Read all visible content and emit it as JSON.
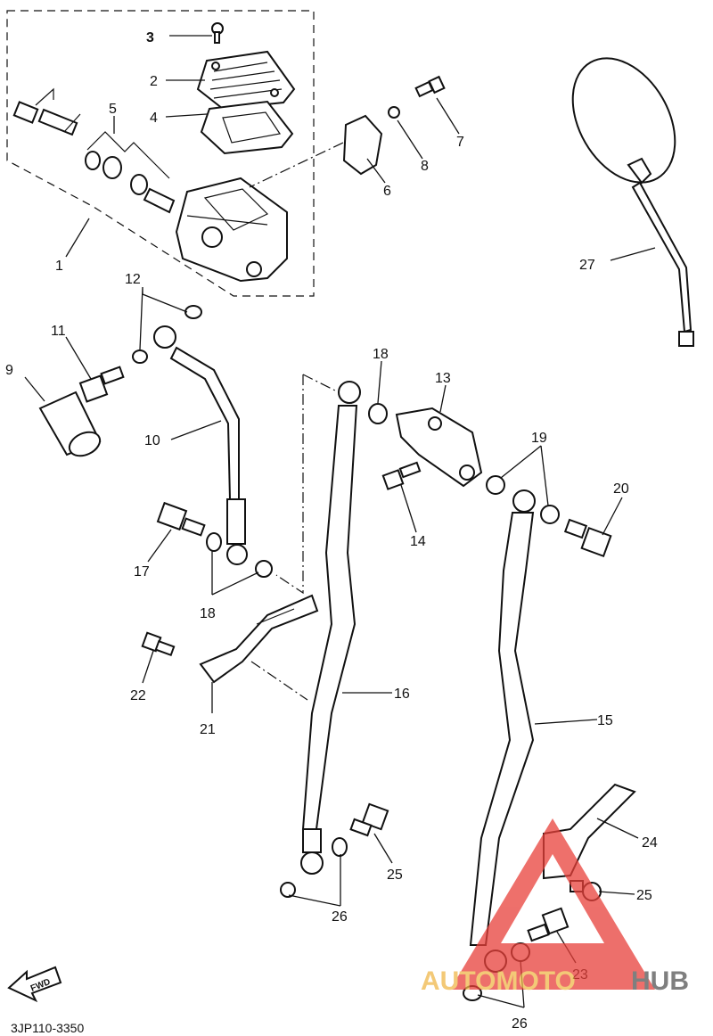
{
  "diagram": {
    "code": "3JP110-3350",
    "fwd_label": "FWD",
    "callouts": [
      {
        "id": "c1",
        "text": "1"
      },
      {
        "id": "c2",
        "text": "2"
      },
      {
        "id": "c3",
        "text": "3"
      },
      {
        "id": "c4",
        "text": "4"
      },
      {
        "id": "c5",
        "text": "5"
      },
      {
        "id": "c6",
        "text": "6"
      },
      {
        "id": "c7",
        "text": "7"
      },
      {
        "id": "c8",
        "text": "8"
      },
      {
        "id": "c9",
        "text": "9"
      },
      {
        "id": "c10",
        "text": "10"
      },
      {
        "id": "c11",
        "text": "11"
      },
      {
        "id": "c12",
        "text": "12"
      },
      {
        "id": "c13",
        "text": "13"
      },
      {
        "id": "c14",
        "text": "14"
      },
      {
        "id": "c15",
        "text": "15"
      },
      {
        "id": "c16",
        "text": "16"
      },
      {
        "id": "c17",
        "text": "17"
      },
      {
        "id": "c18a",
        "text": "18"
      },
      {
        "id": "c18b",
        "text": "18"
      },
      {
        "id": "c19",
        "text": "19"
      },
      {
        "id": "c20",
        "text": "20"
      },
      {
        "id": "c21",
        "text": "21"
      },
      {
        "id": "c22",
        "text": "22"
      },
      {
        "id": "c23",
        "text": "23"
      },
      {
        "id": "c24",
        "text": "24"
      },
      {
        "id": "c25a",
        "text": "25"
      },
      {
        "id": "c25b",
        "text": "25"
      },
      {
        "id": "c26a",
        "text": "26"
      },
      {
        "id": "c26b",
        "text": "26"
      },
      {
        "id": "c27",
        "text": "27"
      }
    ]
  },
  "watermark": {
    "part1": "AUTOMOTO",
    "part2": "HUB",
    "color_primary": "#e8403a",
    "color_secondary": "#f0b84a",
    "color_dark": "#555555"
  }
}
